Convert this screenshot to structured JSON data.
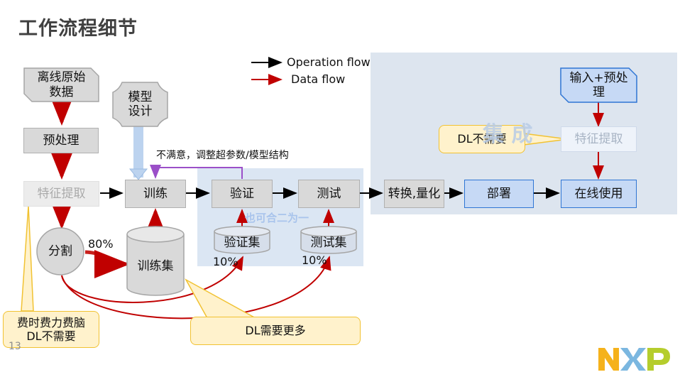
{
  "title": "工作流程细节",
  "legend": {
    "operation": "Operation flow",
    "data": "Data flow"
  },
  "nodes": {
    "raw_data": "离线原始\n数据",
    "preprocess": "预处理",
    "feature_extract": "特征提取",
    "model_design": "模型\n设计",
    "train": "训练",
    "validate": "验证",
    "test": "测试",
    "convert": "转换,量化",
    "deploy": "部署",
    "online_use": "在线使用",
    "input_preprocess": "输入+预处\n理",
    "feature_extract_right": "特征提取",
    "split": "分割",
    "train_set": "训练集",
    "val_set": "验证集",
    "test_set": "测试集"
  },
  "labels": {
    "feedback": "不满意，调整超参数/模型结构",
    "pct_train": "80%",
    "pct_val": "10%",
    "pct_test": "10%",
    "watermark_merge": "也可合二为一",
    "watermark_integrate": "集  成"
  },
  "callouts": {
    "costly": "费时费力费脑\nDL不需要",
    "dl_not_needed": "DL不需要",
    "dl_needs_more": "DL需要更多"
  },
  "page_number": "13",
  "logo": "NXP",
  "colors": {
    "operation": "#000000",
    "data": "#c00000",
    "feedback": "#9b4fc8",
    "blue_border": "#2e75d4",
    "callout": "#f1c232"
  }
}
